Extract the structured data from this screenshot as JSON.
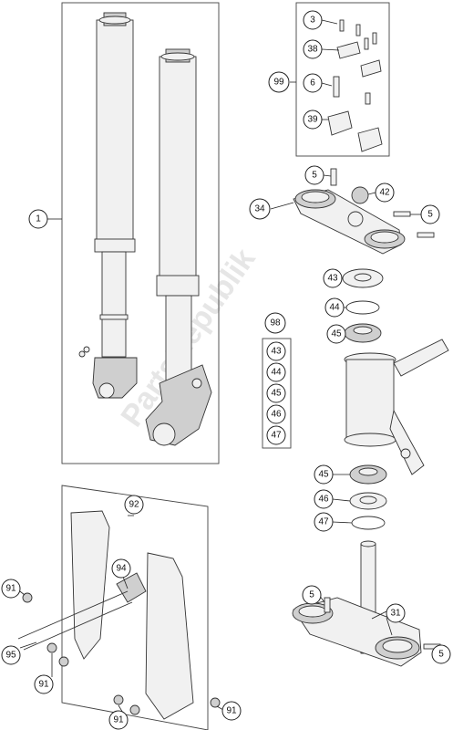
{
  "watermark": "PartsRepublik",
  "callouts": {
    "c1": "1",
    "c3": "3",
    "c38": "38",
    "c99": "99",
    "c6": "6",
    "c39": "39",
    "c5a": "5",
    "c42": "42",
    "c34": "34",
    "c5b": "5",
    "c43a": "43",
    "c44a": "44",
    "c45a": "45",
    "c98": "98",
    "c43b": "43",
    "c44b": "44",
    "c45b": "45",
    "c46a": "46",
    "c47a": "47",
    "c45c": "45",
    "c46b": "46",
    "c47b": "47",
    "c5c": "5",
    "c31": "31",
    "c5d": "5",
    "c92": "92",
    "c94": "94",
    "c91a": "91",
    "c95": "95",
    "c91b": "91",
    "c91c": "91",
    "c91d": "91"
  }
}
